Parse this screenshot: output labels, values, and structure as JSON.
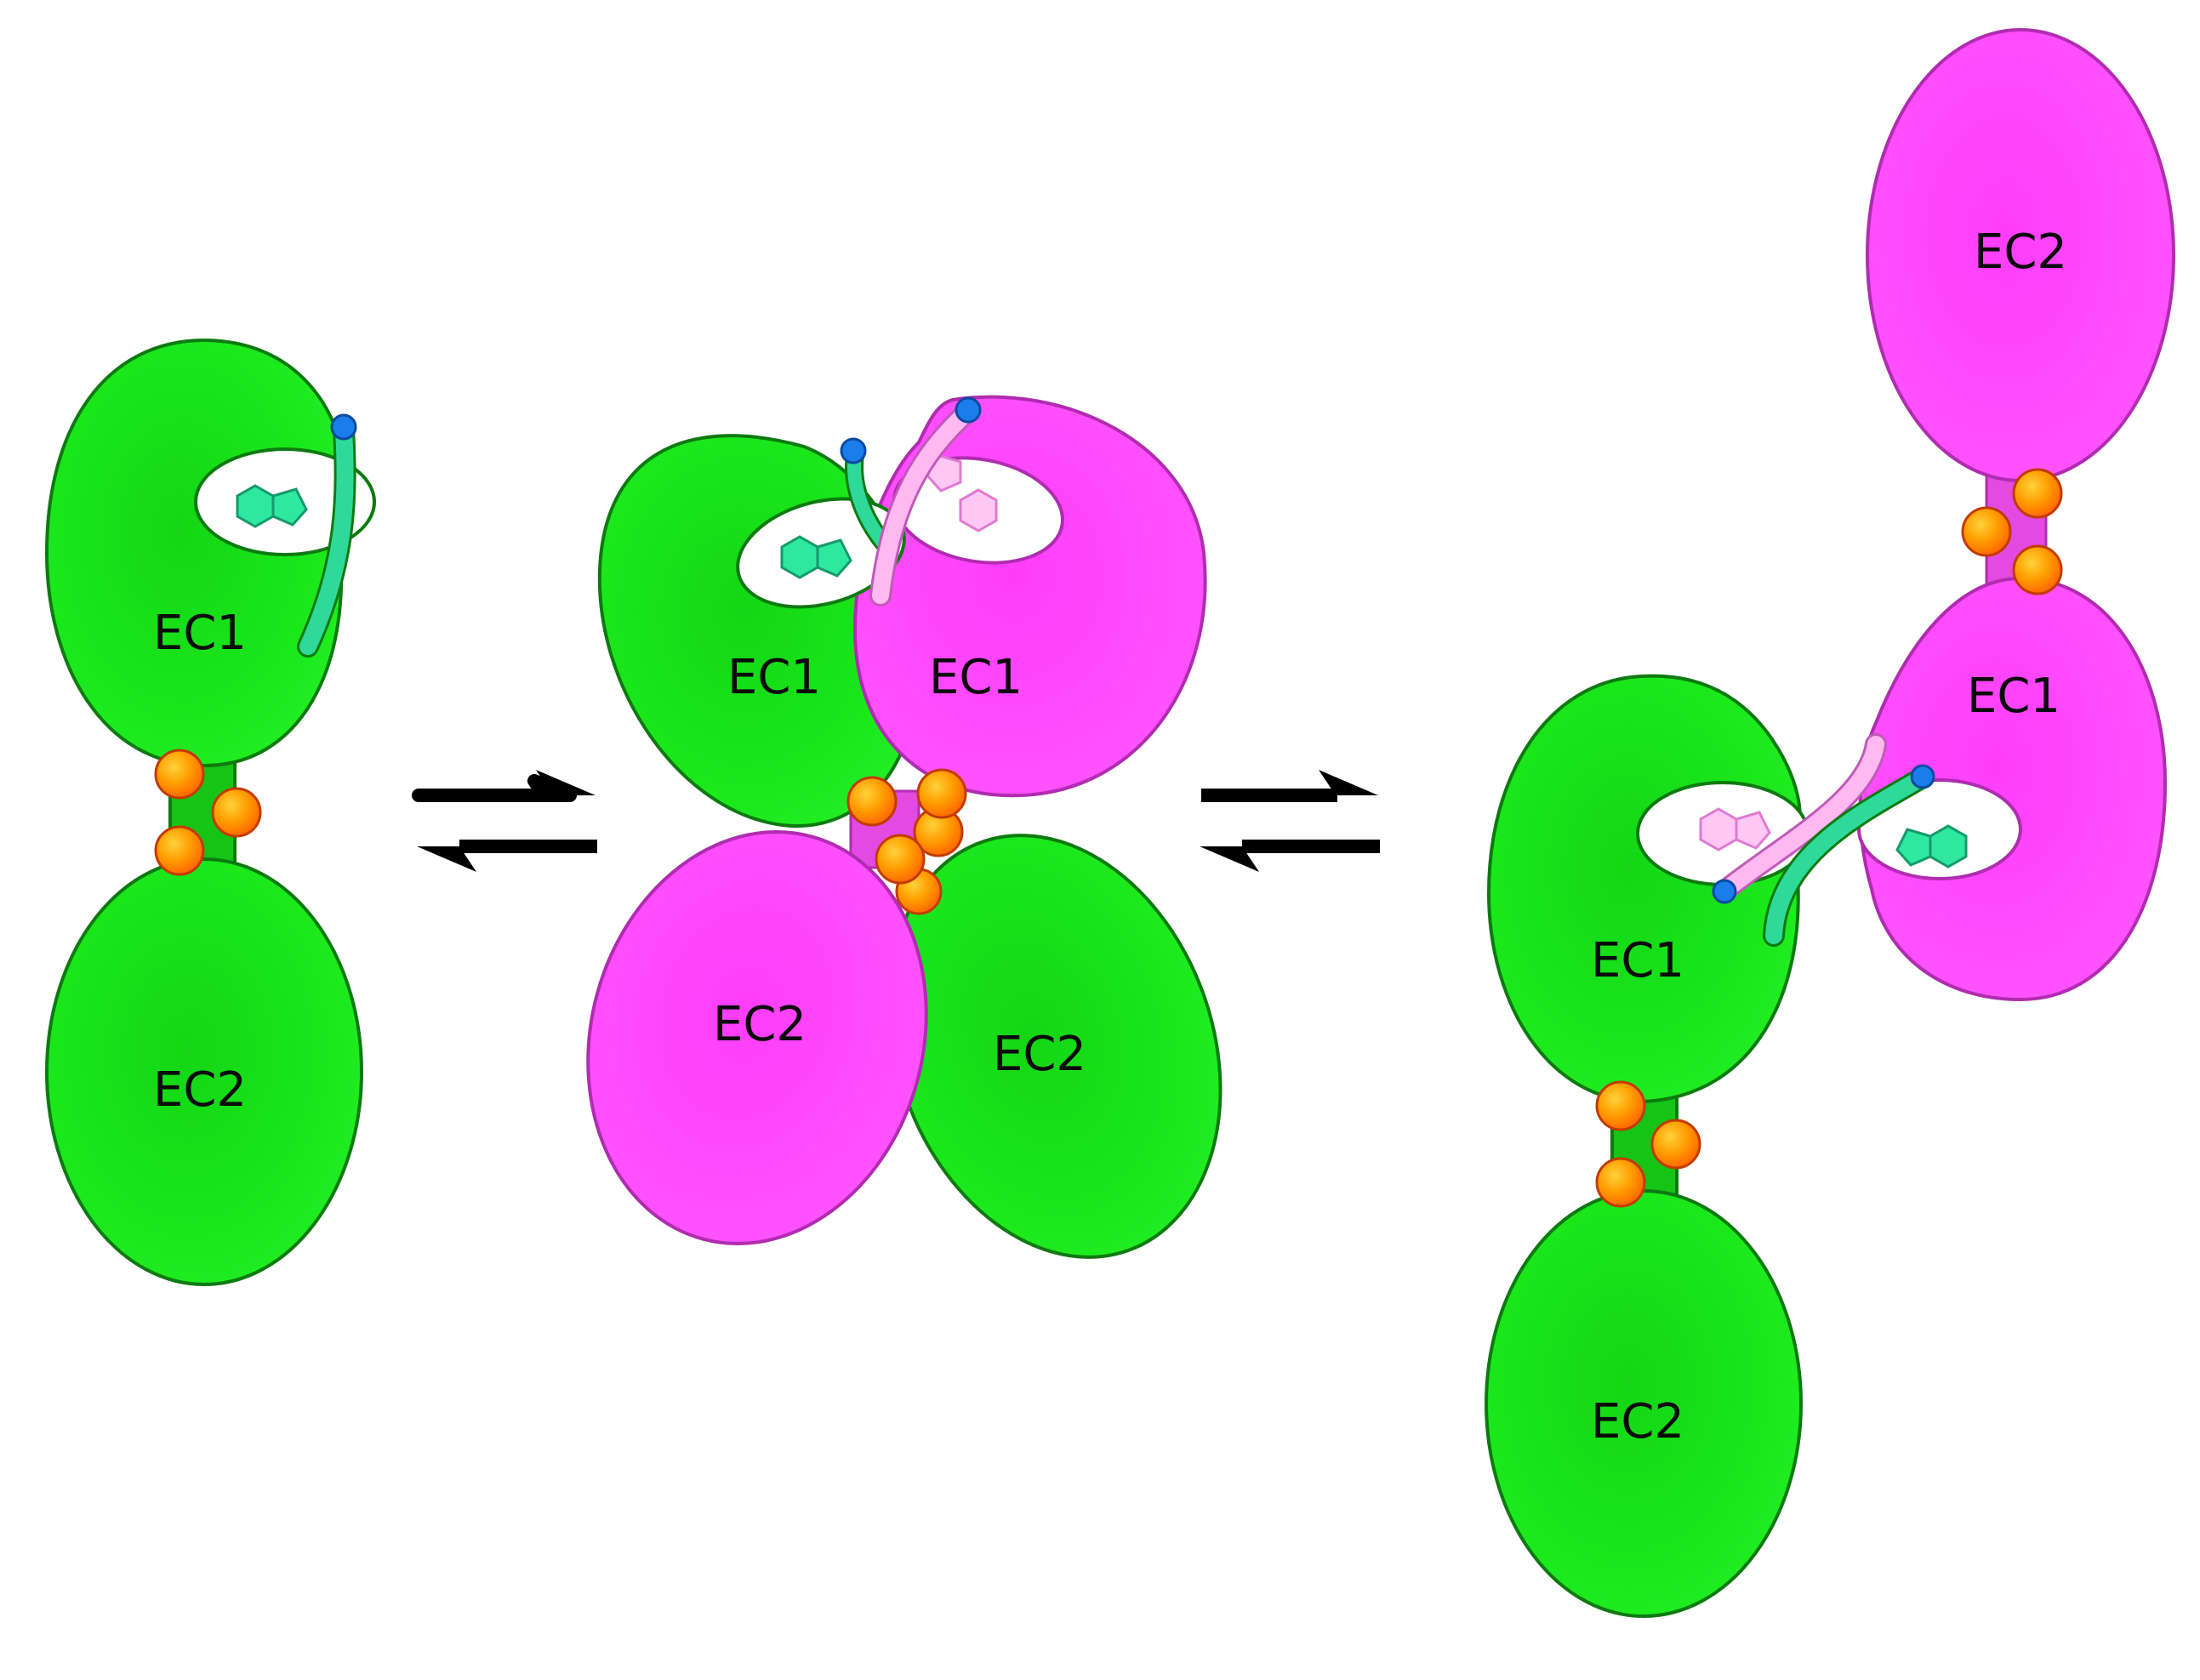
{
  "labels": {
    "monomer_ec1": "EC1",
    "monomer_ec2": "EC2",
    "xdimer_left_ec1": "EC1",
    "xdimer_right_ec1": "EC1",
    "xdimer_left_ec2": "EC2",
    "xdimer_right_ec2": "EC2",
    "sdimer_pink_ec2": "EC2",
    "sdimer_pink_ec1": "EC1",
    "sdimer_green_ec1": "EC1",
    "sdimer_green_ec2": "EC2"
  },
  "colors": {
    "green": "#19e61a",
    "green_dark": "#0d7a10",
    "magenta": "#ff47ff",
    "magenta_dark": "#b02cb0",
    "calcium": "#ff9a00",
    "calcium_edge": "#c23b00",
    "teal_strand": "#2fd99a",
    "pink_strand": "#ffb8f0",
    "n_terminus": "#1a7dea",
    "arrow": "#000000"
  },
  "icons": {
    "trp_side_chain": "indole-ring-icon",
    "n_terminus": "blue-dot-icon",
    "calcium_ion": "orange-sphere-icon",
    "equilibrium": "equilibrium-arrows-icon"
  }
}
